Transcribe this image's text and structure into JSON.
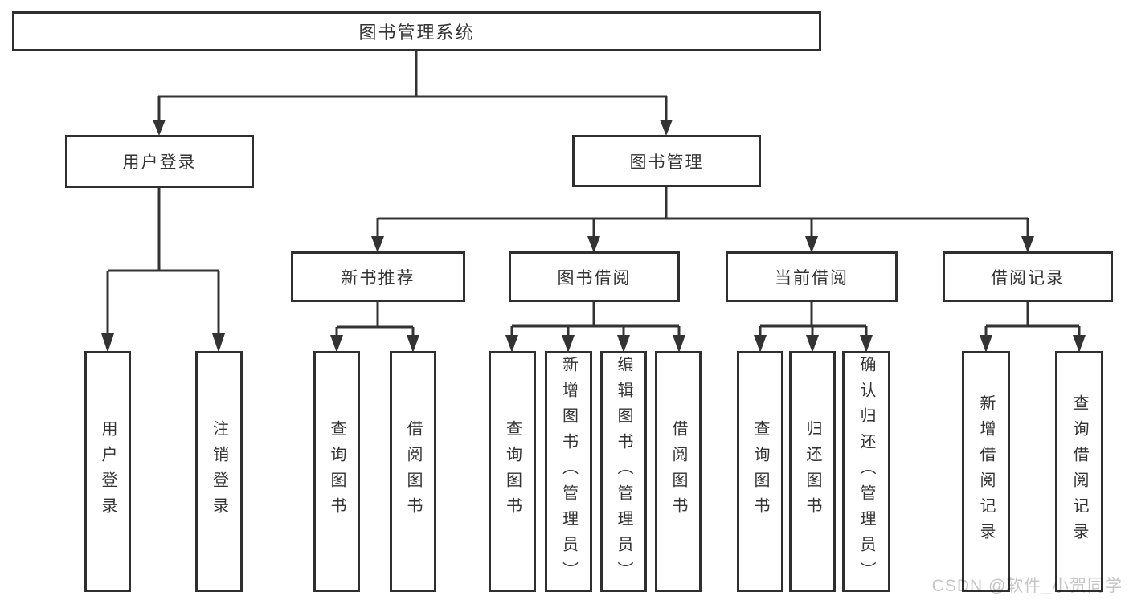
{
  "page": {
    "watermark": "CSDN @软件_小贺同学"
  },
  "colors": {
    "line": "#333333",
    "box_border": "#2f2f2f",
    "box_fill": "#ffffff",
    "text": "#333333",
    "watermark": "#c6c6c6",
    "background": "#ffffff"
  },
  "diagram": {
    "type": "hierarchy-tree",
    "root": {
      "label": "图书管理系统",
      "children": [
        {
          "label": "用户登录",
          "children": [
            {
              "label": "用户登录"
            },
            {
              "label": "注销登录"
            }
          ]
        },
        {
          "label": "图书管理",
          "children": [
            {
              "label": "新书推荐",
              "children": [
                {
                  "label": "查询图书"
                },
                {
                  "label": "借阅图书"
                }
              ]
            },
            {
              "label": "图书借阅",
              "children": [
                {
                  "label": "查询图书"
                },
                {
                  "label": "新增图书（管理员）"
                },
                {
                  "label": "编辑图书（管理员）"
                },
                {
                  "label": "借阅图书"
                }
              ]
            },
            {
              "label": "当前借阅",
              "children": [
                {
                  "label": "查询图书"
                },
                {
                  "label": "归还图书"
                },
                {
                  "label": "确认归还（管理员）"
                }
              ]
            },
            {
              "label": "借阅记录",
              "children": [
                {
                  "label": "新增借阅记录"
                },
                {
                  "label": "查询借阅记录"
                }
              ]
            }
          ]
        }
      ]
    }
  }
}
